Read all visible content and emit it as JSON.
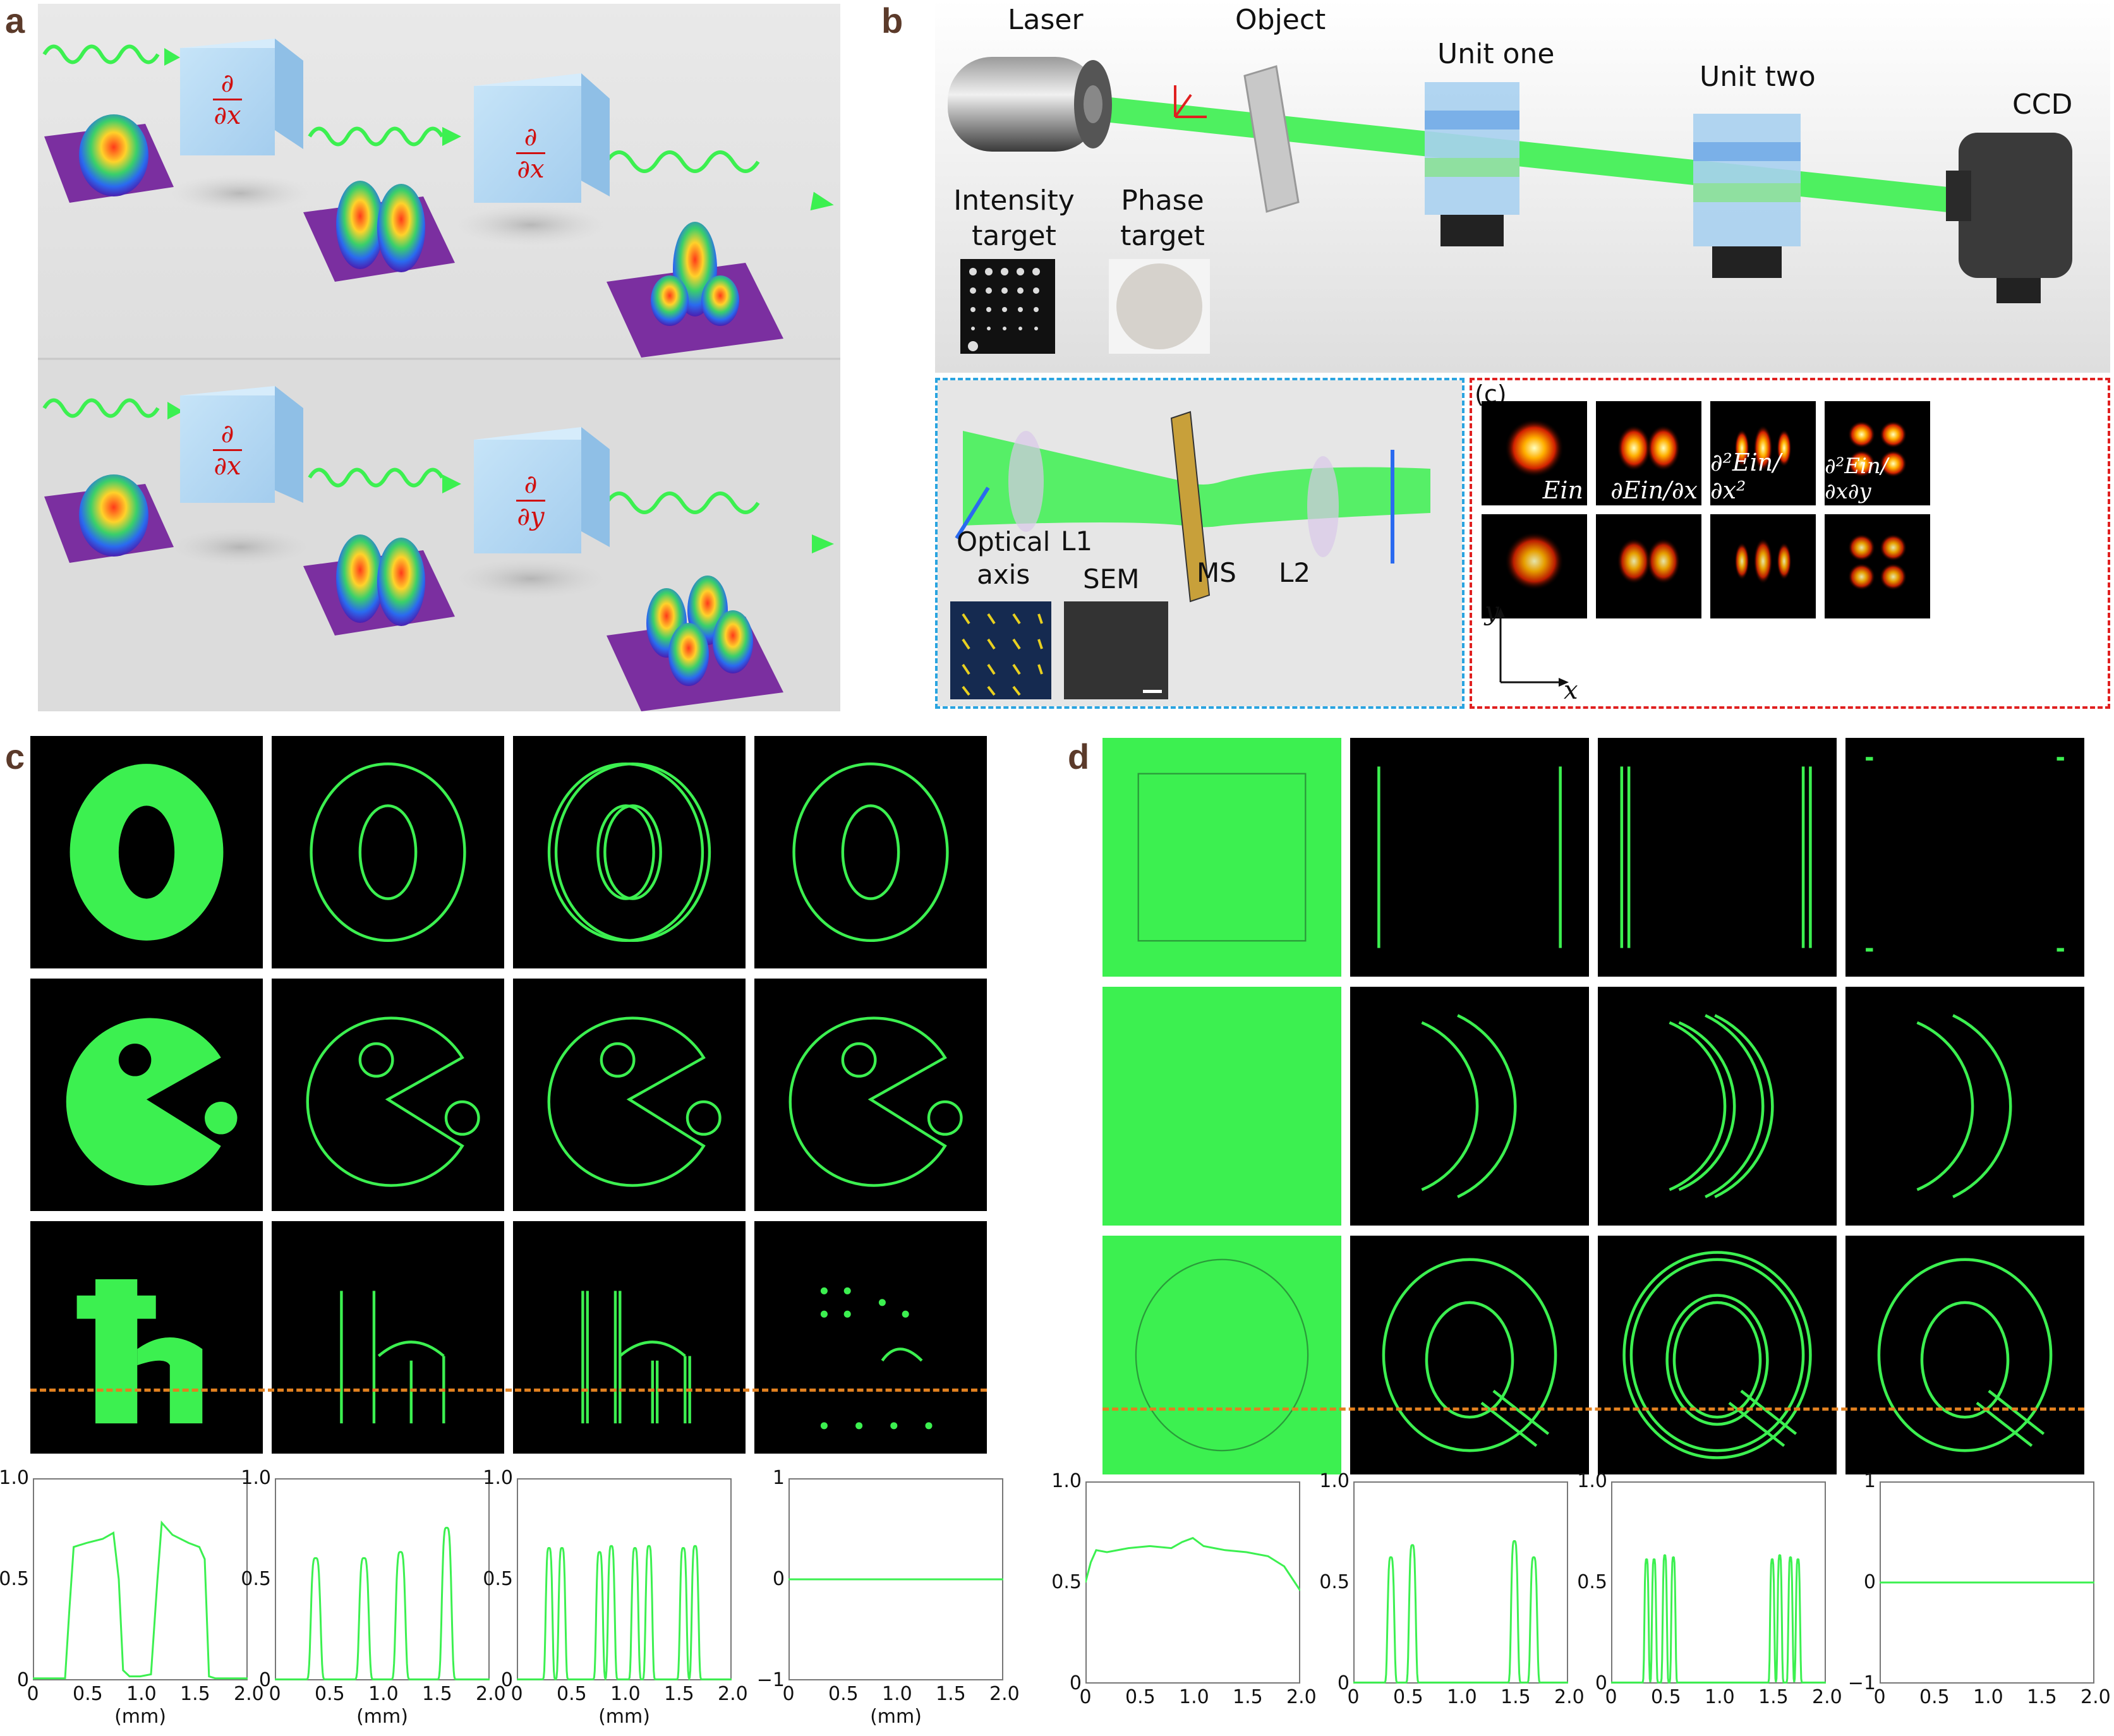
{
  "panels": {
    "a": "a",
    "b": "b",
    "c": "c",
    "d": "d"
  },
  "panel_a": {
    "op_top_1": "∂ / ∂x",
    "op_top_2": "∂ / ∂x",
    "op_bot_1": "∂ / ∂x",
    "op_bot_2": "∂ / ∂y",
    "d": "∂",
    "dx": "∂x",
    "dy": "∂y"
  },
  "panel_b": {
    "laser": "Laser",
    "object": "Object",
    "unit_one": "Unit one",
    "unit_two": "Unit two",
    "ccd": "CCD",
    "intensity_target_1": "Intensity",
    "intensity_target_2": "target",
    "phase_target_1": "Phase",
    "phase_target_2": "target",
    "optical_axis_1": "Optical",
    "optical_axis_2": "axis",
    "l1": "L1",
    "ms": "MS",
    "l2": "L2",
    "sem": "SEM"
  },
  "panel_inner_c": {
    "tag": "(c)",
    "labels": [
      "E_in",
      "∂E_in/∂x",
      "∂²E_in/∂x²",
      "∂²E_in/∂x∂y"
    ],
    "label_texts": [
      "Ein",
      "∂Ein/∂x",
      "∂²Ein/∂x²",
      "∂²Ein/∂x∂y"
    ],
    "axis_y": "y",
    "axis_x": "x"
  },
  "colors": {
    "beam": "#3cf050",
    "red_text": "#d01010",
    "blue_dash": "#2aa4e0",
    "red_dash": "#e02020",
    "orange_dash": "#e08020",
    "panel_label": "#5b3a2a"
  },
  "chart_data": [
    {
      "type": "line",
      "panel": "c",
      "xlabel": "(mm)",
      "xlim": [
        0,
        2.0
      ],
      "ylim": [
        0,
        1.0
      ],
      "xticks": [
        "0",
        "0.5",
        "1.0",
        "1.5",
        "2.0"
      ],
      "yticks": [
        "0",
        "0.5",
        "1.0"
      ],
      "x": [
        0.0,
        0.3,
        0.34,
        0.38,
        0.5,
        0.65,
        0.75,
        0.8,
        0.84,
        0.9,
        1.0,
        1.1,
        1.16,
        1.2,
        1.3,
        1.45,
        1.55,
        1.6,
        1.64,
        1.7,
        2.0
      ],
      "y": [
        0.01,
        0.01,
        0.35,
        0.66,
        0.68,
        0.7,
        0.73,
        0.5,
        0.05,
        0.02,
        0.02,
        0.03,
        0.5,
        0.78,
        0.72,
        0.68,
        0.66,
        0.6,
        0.02,
        0.01,
        0.01
      ]
    },
    {
      "type": "line",
      "panel": "c",
      "xlabel": "(mm)",
      "xlim": [
        0,
        2.0
      ],
      "ylim": [
        0,
        1.0
      ],
      "xticks": [
        "0",
        "0.5",
        "1.0",
        "1.5",
        "2.0"
      ],
      "yticks": [
        "0",
        "0.5",
        "1.0"
      ],
      "peaks": [
        [
          0.38,
          0.6
        ],
        [
          0.83,
          0.6
        ],
        [
          1.17,
          0.63
        ],
        [
          1.6,
          0.75
        ]
      ],
      "peak_width": 0.05
    },
    {
      "type": "line",
      "panel": "c",
      "xlabel": "(mm)",
      "xlim": [
        0,
        2.0
      ],
      "ylim": [
        0,
        1.0
      ],
      "xticks": [
        "0",
        "0.5",
        "1.0",
        "1.5",
        "2.0"
      ],
      "yticks": [
        "0",
        "0.5",
        "1.0"
      ],
      "peaks": [
        [
          0.3,
          0.65
        ],
        [
          0.42,
          0.65
        ],
        [
          0.77,
          0.63
        ],
        [
          0.88,
          0.66
        ],
        [
          1.1,
          0.65
        ],
        [
          1.23,
          0.66
        ],
        [
          1.55,
          0.65
        ],
        [
          1.66,
          0.66
        ]
      ],
      "peak_width": 0.035
    },
    {
      "type": "line",
      "panel": "c",
      "xlabel": "(mm)",
      "xlim": [
        0,
        2.0
      ],
      "ylim": [
        -1,
        1
      ],
      "xticks": [
        "0",
        "0.5",
        "1.0",
        "1.5",
        "2.0"
      ],
      "yticks": [
        "−1",
        "0",
        "1"
      ],
      "x": [
        0,
        2.0
      ],
      "y": [
        0,
        0
      ]
    },
    {
      "type": "line",
      "panel": "d",
      "xlabel": "",
      "xlim": [
        0,
        2.0
      ],
      "ylim": [
        0,
        1.0
      ],
      "xticks": [
        "0",
        "0.5",
        "1.0",
        "1.5",
        "2.0"
      ],
      "yticks": [
        "0",
        "0.5",
        "1.0"
      ],
      "x": [
        0.0,
        0.05,
        0.1,
        0.2,
        0.4,
        0.6,
        0.8,
        0.9,
        1.0,
        1.1,
        1.2,
        1.3,
        1.5,
        1.7,
        1.85,
        1.95,
        2.0
      ],
      "y": [
        0.5,
        0.6,
        0.66,
        0.65,
        0.67,
        0.68,
        0.67,
        0.7,
        0.72,
        0.68,
        0.67,
        0.66,
        0.65,
        0.63,
        0.58,
        0.5,
        0.46
      ]
    },
    {
      "type": "line",
      "panel": "d",
      "xlabel": "",
      "xlim": [
        0,
        2.0
      ],
      "ylim": [
        0,
        1.0
      ],
      "xticks": [
        "0",
        "0.5",
        "1.0",
        "1.5",
        "2.0"
      ],
      "yticks": [
        "0",
        "0.5",
        "1.0"
      ],
      "peaks": [
        [
          0.35,
          0.62
        ],
        [
          0.55,
          0.68
        ],
        [
          1.5,
          0.7
        ],
        [
          1.68,
          0.62
        ]
      ],
      "peak_width": 0.035
    },
    {
      "type": "line",
      "panel": "d",
      "xlabel": "",
      "xlim": [
        0,
        2.0
      ],
      "ylim": [
        0,
        1.0
      ],
      "xticks": [
        "0",
        "0.5",
        "1.0",
        "1.5",
        "2.0"
      ],
      "yticks": [
        "0",
        "0.5",
        "1.0"
      ],
      "peaks": [
        [
          0.33,
          0.61
        ],
        [
          0.4,
          0.61
        ],
        [
          0.5,
          0.63
        ],
        [
          0.58,
          0.62
        ],
        [
          1.5,
          0.61
        ],
        [
          1.57,
          0.63
        ],
        [
          1.67,
          0.62
        ],
        [
          1.74,
          0.61
        ]
      ],
      "peak_width": 0.022
    },
    {
      "type": "line",
      "panel": "d",
      "xlabel": "",
      "xlim": [
        0,
        2.0
      ],
      "ylim": [
        -1,
        1
      ],
      "xticks": [
        "0",
        "0.5",
        "1.0",
        "1.5",
        "2.0"
      ],
      "yticks": [
        "−1",
        "0",
        "1"
      ],
      "x": [
        0,
        2.0
      ],
      "y": [
        0,
        0
      ]
    }
  ]
}
